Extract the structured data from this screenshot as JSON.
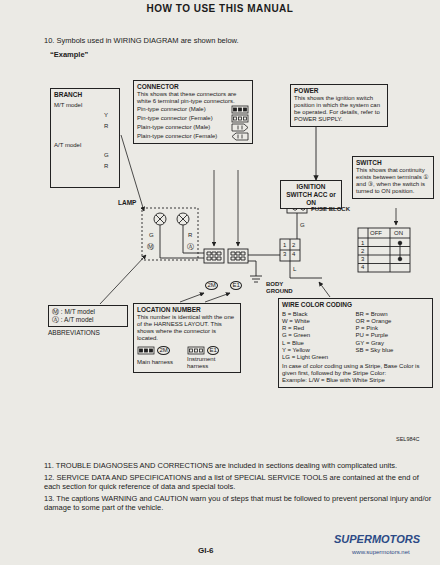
{
  "diagram": {
    "title": "HOW TO USE THIS MANUAL",
    "nodes": [
      {
        "text": [
          "BRANCH",
          "M/T model",
          "A/T model"
        ]
      },
      {
        "text": [
          "CONNECTOR",
          "This shows that these connectors are white 6 terminal pin-type connectors.",
          "Pin-type connector (Male)",
          "Pin-type connector (Female)",
          "Plain-type connector (Male)",
          "Plain-type connector (Female)"
        ]
      },
      {
        "text": [
          "POWER",
          "This shows the ignition switch position in which the system can be operated. For details, refer to POWER SUPPLY."
        ]
      },
      {
        "text": [
          "SWITCH",
          "This shows that continuity exists between terminals ① and ③, when the switch is turned to ON position."
        ]
      },
      {
        "text": [
          "IGNITION SWITCH ACC or ON"
        ]
      },
      {
        "text": [
          "Ⓜ : M/T model",
          "Ⓐ : A/T model",
          "ABBREVIATIONS"
        ]
      },
      {
        "text": [
          "LOCATION NUMBER",
          "This number is identical with the one of the HARNESS LAYOUT. This shows where the connector is located.",
          "2M",
          "E1",
          "Main harness",
          "Instrument harness"
        ]
      },
      {
        "text": [
          "WIRE COLOR CODING",
          "B = Black",
          "W = White",
          "R = Red",
          "G = Green",
          "L = Blue",
          "Y = Yellow",
          "LG = Light Green",
          "BR = Brown",
          "OR = Orange",
          "P = Pink",
          "PU = Purple",
          "GY = Gray",
          "SB = Sky blue",
          "In case of color coding using a Stripe, Base Color is given first, followed by the Stripe Color:",
          "Example: L/W = Blue with White Stripe"
        ]
      }
    ],
    "edges": [
      {
        "from": 2,
        "to": 4,
        "arrow": "to"
      }
    ],
    "labels": [
      "10. Symbols used in WIRING DIAGRAM are shown below.",
      "“Example”",
      "Y",
      "R",
      "G",
      "R",
      "LAMP",
      "G",
      "R",
      "Ⓜ",
      "Ⓐ",
      "FUSE BLOCK",
      "G",
      "1",
      "2",
      "3",
      "4",
      "L",
      "OFF",
      "ON",
      "1",
      "2",
      "3",
      "4",
      "2M",
      "E1",
      "BODY GROUND",
      "SEL984C",
      "11. TROUBLE DIAGNOSES AND CORRECTIONS are included in sections dealing with complicated units.",
      "12. SERVICE DATA AND SPECIFICATIONS and a list of SPECIAL SERVICE TOOLS are contained at the end of each section for quick reference of data and special tools.",
      "13. The captions WARNING and CAUTION warn you of steps that must be followed to prevent personal injury and/or damage to some part of the vehicle.",
      "GI-6",
      "SUPERMOTORS",
      "www.supermotors.net"
    ]
  }
}
